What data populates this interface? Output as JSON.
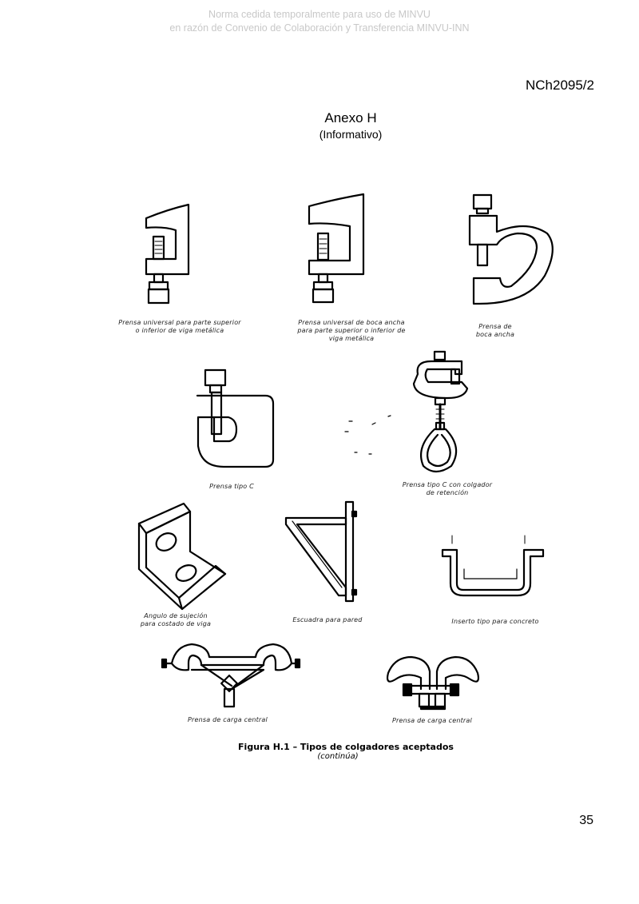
{
  "watermark": {
    "line1": "Norma cedida temporalmente para uso de MINVU",
    "line2": "en razón de Convenio de Colaboración y Transferencia MINVU-INN"
  },
  "header": {
    "doc_number": "NCh2095/2"
  },
  "annex": {
    "title": "Anexo H",
    "subtitle": "(Informativo)"
  },
  "captions": {
    "c1": [
      "Prensa universal para parte superior",
      "o inferior de viga metálica"
    ],
    "c2": [
      "Prensa universal de boca ancha",
      "para parte superior o inferior de",
      "viga metálica"
    ],
    "c3": [
      "Prensa de",
      "boca ancha"
    ],
    "c4": [
      "Prensa tipo C"
    ],
    "c5": [
      "Prensa tipo C con colgador",
      "de retención"
    ],
    "c6": [
      "Angulo de sujeción",
      "para costado de viga"
    ],
    "c7": [
      "Escuadra para pared"
    ],
    "c8": [
      "Inserto tipo para concreto"
    ],
    "c9": [
      "Prensa de carga central"
    ],
    "c10": [
      "Prensa de carga central"
    ]
  },
  "figure": {
    "title": "Figura H.1 – Tipos de colgadores aceptados",
    "subtitle": "(continúa)"
  },
  "footer": {
    "page_number": "35"
  }
}
